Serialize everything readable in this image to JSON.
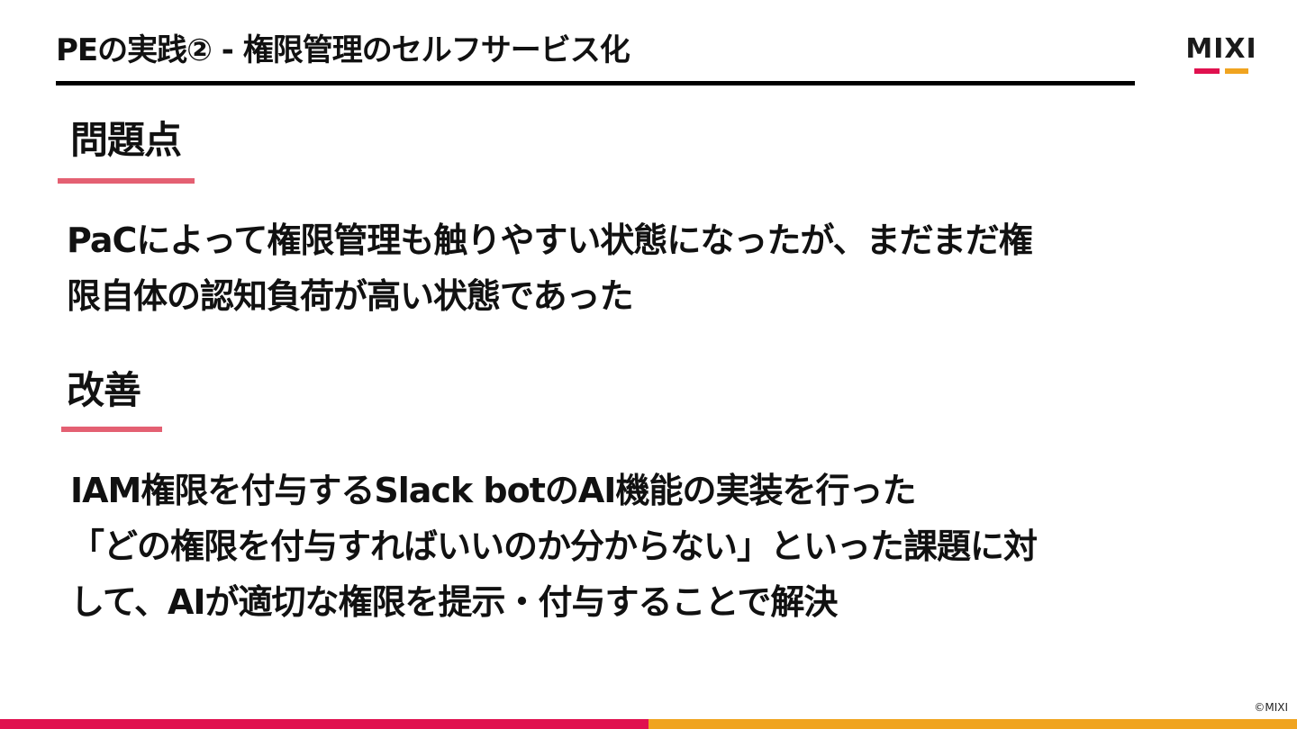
{
  "header": {
    "title": "PEの実践② - 権限管理のセルフサービス化"
  },
  "logo": {
    "text": "MIXI"
  },
  "sections": {
    "problem": {
      "heading": "問題点",
      "lines": [
        "PaCによって権限管理も触りやすい状態になったが、まだまだ権",
        "限自体の認知負荷が高い状態であった"
      ]
    },
    "improvement": {
      "heading": "改善",
      "lines": [
        "IAM権限を付与するSlack botのAI機能の実装を行った",
        "「どの権限を付与すればいいのか分からない」といった課題に対",
        "して、AIが適切な権限を提示・付与することで解決"
      ]
    }
  },
  "footer": {
    "copyright": "©MIXI"
  },
  "colors": {
    "accent_pink": "#e0114f",
    "accent_orange": "#f0a420",
    "underline": "#e46072"
  }
}
